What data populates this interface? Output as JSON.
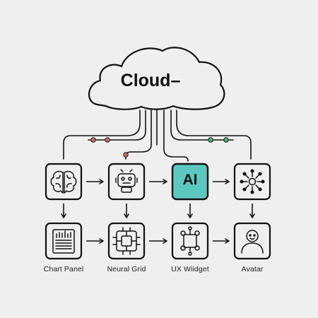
{
  "cloud": {
    "label": "Cloud–"
  },
  "ai_box": {
    "label": "AI"
  },
  "captions": {
    "chart_panel": "Chart Panel",
    "neural_grid": "Neural Grid",
    "ux_widget": "UX Wiidget",
    "avatar": "Avatar"
  },
  "colors": {
    "background": "#efefef",
    "stroke": "#111111",
    "ai_fill": "#5cc8c0",
    "dot_red": "#d96b6b",
    "dot_green": "#4fb58a"
  },
  "icons": {
    "row1": [
      "brain-icon",
      "robot-icon",
      "ai-chip-icon",
      "network-hub-icon"
    ],
    "row2": [
      "chart-panel-icon",
      "neural-grid-icon",
      "ux-widget-icon",
      "avatar-icon"
    ]
  }
}
